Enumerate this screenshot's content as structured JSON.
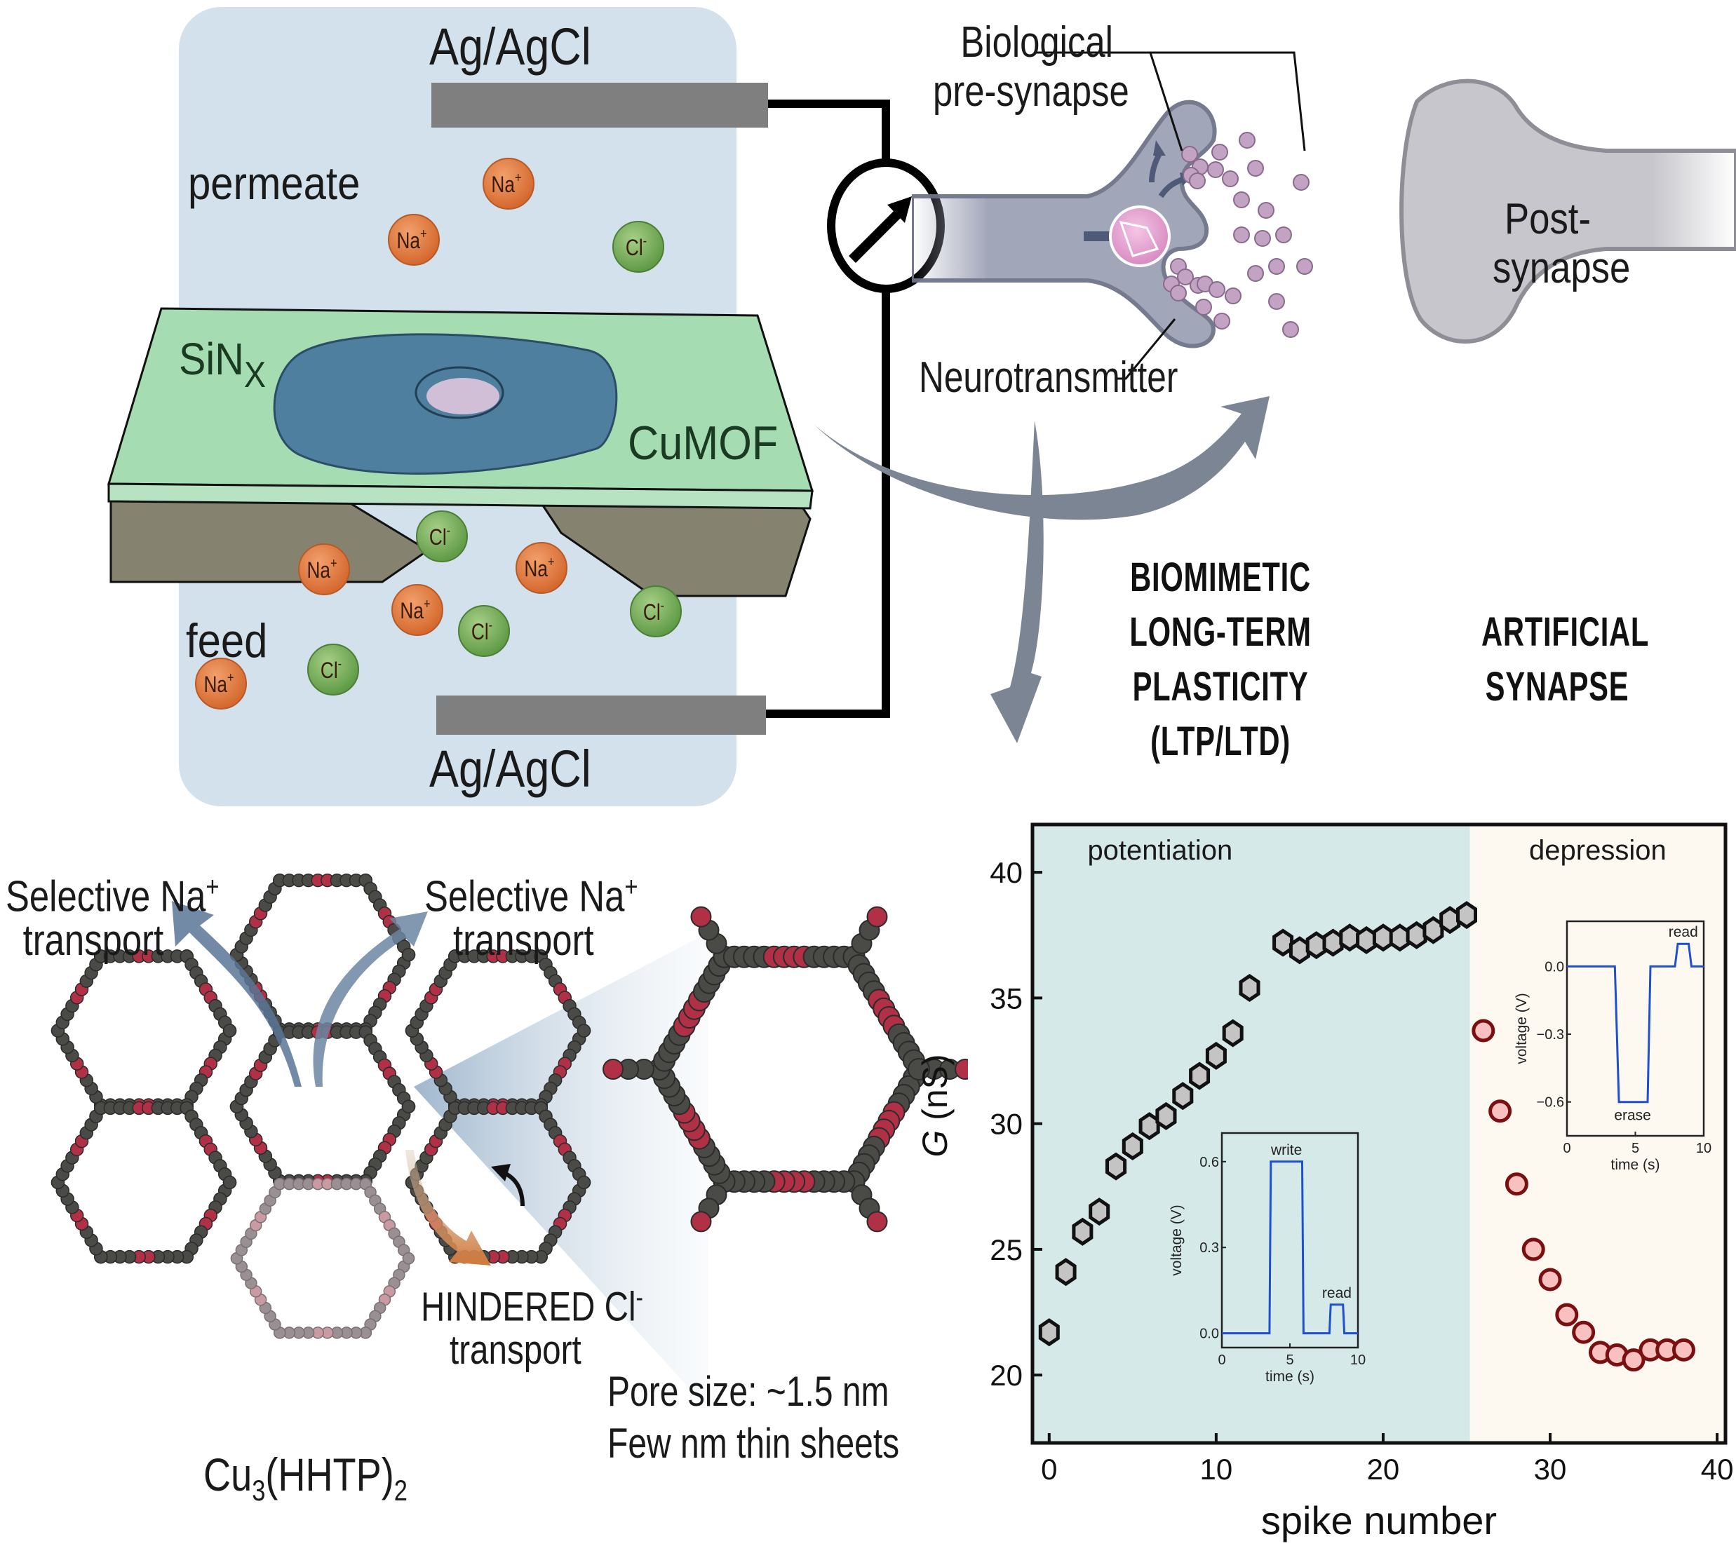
{
  "cell_panel": {
    "electrode_top_label": "Ag/AgCl",
    "electrode_bottom_label": "Ag/AgCl",
    "permeate_label": "permeate",
    "feed_label": "feed",
    "membrane_label": "SiN",
    "membrane_subscript": "X",
    "mof_label": "CuMOF",
    "ions": [
      {
        "symbol": "Na",
        "charge": "+",
        "kind": "cation"
      },
      {
        "symbol": "Na",
        "charge": "+",
        "kind": "cation"
      },
      {
        "symbol": "Cl",
        "charge": "-",
        "kind": "anion"
      },
      {
        "symbol": "Cl",
        "charge": "-",
        "kind": "anion"
      },
      {
        "symbol": "Na",
        "charge": "+",
        "kind": "cation"
      },
      {
        "symbol": "Na",
        "charge": "+",
        "kind": "cation"
      },
      {
        "symbol": "Na",
        "charge": "+",
        "kind": "cation"
      },
      {
        "symbol": "Cl",
        "charge": "-",
        "kind": "anion"
      },
      {
        "symbol": "Cl",
        "charge": "-",
        "kind": "anion"
      },
      {
        "symbol": "Na",
        "charge": "+",
        "kind": "cation"
      },
      {
        "symbol": "Cl",
        "charge": "-",
        "kind": "anion"
      }
    ],
    "colors": {
      "solution": "#d2e0ec",
      "membrane": "#a6dcb2",
      "mof": "#4f7f9f",
      "support": "#85836f",
      "electrode": "#7f7f7f",
      "cation": "#e07f45",
      "anion": "#7db05e"
    },
    "meter_icon": "ammeter-icon"
  },
  "synapse_panel": {
    "pre_label_line1": "Biological",
    "pre_label_line2": "pre-synapse",
    "post_label_line1": "Post-",
    "post_label_line2": "synapse",
    "neurotransmitter_label": "Neurotransmitter",
    "colors": {
      "pre": "#9ea2b6",
      "post": "#c7c6cc",
      "vesicle": "#c2a3c4"
    }
  },
  "center_text": {
    "biomimetic_lines": [
      "BIOMIMETIC",
      "LONG-TERM",
      "PLASTICITY",
      "(LTP/LTD)"
    ],
    "artificial_lines": [
      "ARTIFICIAL",
      "SYNAPSE"
    ]
  },
  "mof_panel": {
    "selective_left_line1": "Selective Na",
    "selective_left_sup": "+",
    "selective_left_line2": "transport",
    "selective_right_line1": "Selective Na",
    "selective_right_sup": "+",
    "selective_right_line2": "transport",
    "hindered_line1": "HINDERED Cl",
    "hindered_sup": "-",
    "hindered_line2": "transport",
    "pore_size": "Pore size: ~1.5 nm",
    "sheet_thickness": "Few nm thin sheets",
    "formula_a": "Cu",
    "formula_sub1": "3",
    "formula_b": "(HHTP)",
    "formula_sub2": "2"
  },
  "chart_data": {
    "type": "scatter",
    "xlabel": "spike number",
    "ylabel": "G (nS)",
    "ylabel_italic": "G",
    "ylabel_unit": " (nS)",
    "xlim": [
      -1,
      40.5
    ],
    "ylim": [
      17.3,
      41.9
    ],
    "xticks": [
      0,
      10,
      20,
      30,
      40
    ],
    "yticks": [
      20,
      25,
      30,
      35,
      40
    ],
    "regions": [
      {
        "name": "potentiation",
        "label": "potentiation",
        "from": -1,
        "to": 25.2,
        "color": "#d6e9e9"
      },
      {
        "name": "depression",
        "label": "depression",
        "from": 25.2,
        "to": 40.5,
        "color": "#fdf9f1"
      }
    ],
    "series": [
      {
        "name": "potentiation",
        "marker": "hexagon",
        "fill": "#c4c4c4",
        "stroke": "#111111",
        "x": [
          0,
          1,
          2,
          3,
          4,
          5,
          6,
          7,
          8,
          9,
          10,
          11,
          12,
          14,
          15,
          16,
          17,
          18,
          19,
          20,
          21,
          22,
          23,
          24,
          25
        ],
        "y": [
          21.7,
          24.1,
          25.7,
          26.5,
          28.3,
          29.1,
          29.9,
          30.3,
          31.1,
          31.9,
          32.7,
          33.6,
          35.4,
          37.2,
          36.9,
          37.1,
          37.2,
          37.4,
          37.3,
          37.4,
          37.4,
          37.5,
          37.7,
          38.1,
          38.3
        ]
      },
      {
        "name": "depression",
        "marker": "circle",
        "fill": "#f9c0c0",
        "stroke": "#7a0f10",
        "x": [
          26,
          27,
          28,
          29,
          30,
          31,
          32,
          33,
          34,
          35,
          36,
          37,
          38
        ],
        "y": [
          33.7,
          30.5,
          27.6,
          25.0,
          23.8,
          22.4,
          21.7,
          20.9,
          20.8,
          20.6,
          21.0,
          21.0,
          21.0
        ]
      }
    ],
    "insets": [
      {
        "name": "write-inset",
        "xlabel": "time (s)",
        "ylabel": "voltage (V)",
        "xlim": [
          0,
          10
        ],
        "ylim": [
          -0.05,
          0.7
        ],
        "xticks": [
          0,
          5,
          10
        ],
        "yticks": [
          0.0,
          0.3,
          0.6
        ],
        "ytick_labels": [
          "0.0",
          "0.3",
          "0.6"
        ],
        "trace_t": [
          0,
          3.5,
          3.6,
          5.9,
          6.0,
          7.9,
          8.0,
          8.9,
          9.0,
          10
        ],
        "trace_v": [
          0,
          0,
          0.6,
          0.6,
          0,
          0,
          0.1,
          0.1,
          0,
          0
        ],
        "annotations": [
          {
            "text": "write",
            "t": 4.75,
            "v": 0.6
          },
          {
            "text": "read",
            "t": 8.45,
            "v": 0.1
          }
        ],
        "color": "#1f4fd1"
      },
      {
        "name": "erase-inset",
        "xlabel": "time (s)",
        "ylabel": "voltage (V)",
        "xlim": [
          0,
          10
        ],
        "ylim": [
          -0.75,
          0.2
        ],
        "xticks": [
          0,
          5,
          10
        ],
        "yticks": [
          0.0,
          -0.3,
          -0.6
        ],
        "ytick_labels": [
          "0.0",
          "−0.3",
          "−0.6"
        ],
        "trace_t": [
          0,
          3.5,
          3.8,
          5.9,
          6.1,
          7.9,
          8.1,
          8.9,
          9.1,
          10
        ],
        "trace_v": [
          0,
          0,
          -0.6,
          -0.6,
          0,
          0,
          0.1,
          0.1,
          0,
          0
        ],
        "annotations": [
          {
            "text": "read",
            "t": 8.5,
            "v": 0.1
          },
          {
            "text": "erase",
            "t": 4.8,
            "v": -0.6
          }
        ],
        "color": "#1f4fd1"
      }
    ]
  }
}
